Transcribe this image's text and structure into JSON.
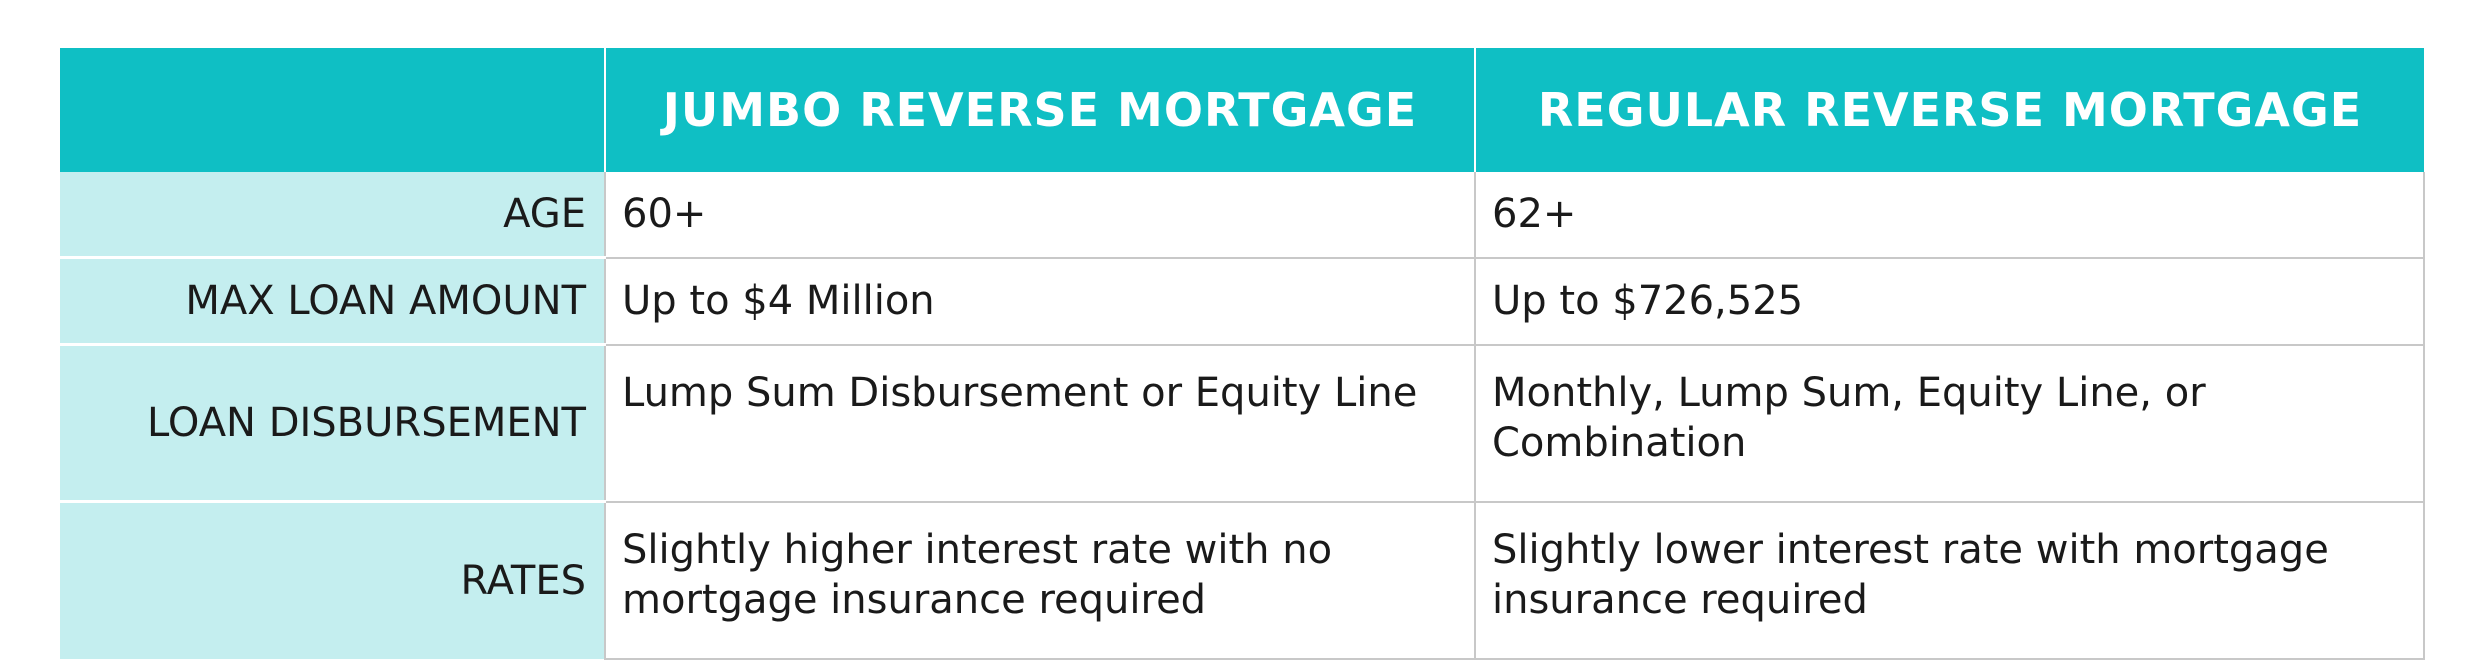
{
  "table": {
    "headers": {
      "corner": "",
      "jumbo": "JUMBO REVERSE MORTGAGE",
      "regular": "REGULAR REVERSE MORTGAGE"
    },
    "rows": [
      {
        "label": "AGE",
        "jumbo": "60+",
        "regular": "62+"
      },
      {
        "label": "MAX LOAN AMOUNT",
        "jumbo": "Up to $4 Million",
        "regular": "Up to $726,525"
      },
      {
        "label": "LOAN DISBURSEMENT",
        "jumbo": "Lump Sum Disbursement or Equity Line",
        "regular": "Monthly, Lump Sum, Equity Line, or Combination"
      },
      {
        "label": "RATES",
        "jumbo": "Slightly higher interest rate with no mortgage insurance required",
        "regular": "Slightly lower interest rate with mortgage insurance required"
      }
    ]
  },
  "colors": {
    "header_background": "#0fbfc4",
    "label_background": "#c4eeef",
    "header_text": "#ffffff",
    "body_text": "#1a1a1a",
    "grid_lines": "#c8c8c8"
  }
}
